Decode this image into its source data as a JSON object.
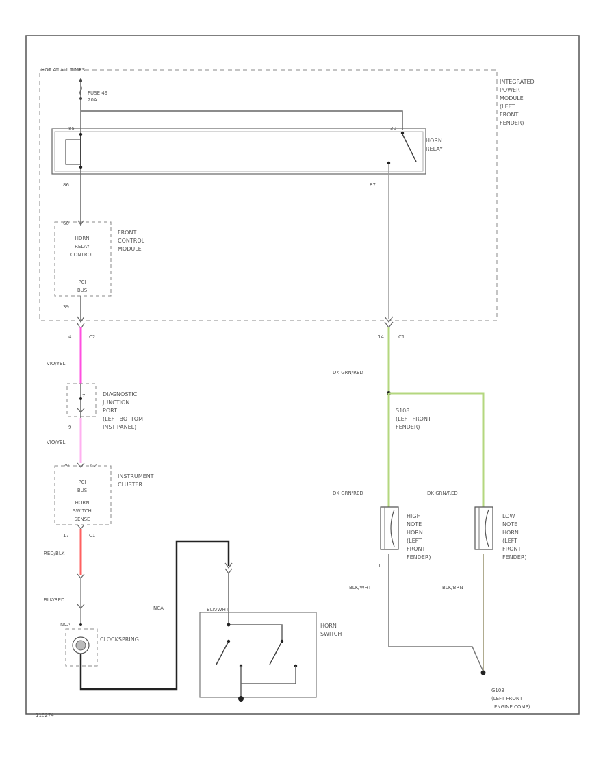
{
  "header": {
    "hot_label": "HOT AT ALL TIMES"
  },
  "ipm": {
    "label": [
      "INTEGRATED",
      "POWER",
      "MODULE",
      "(LEFT",
      "FRONT",
      "FENDER)"
    ],
    "fuse_label": [
      "FUSE 49",
      "20A"
    ],
    "relay_label": [
      "HORN",
      "RELAY"
    ],
    "pin_coil_top": "85",
    "pin_switch_top": "30",
    "pin_coil_bottom": "86",
    "pin_switch_bottom": "87"
  },
  "fcm": {
    "inner_label": [
      "HORN",
      "RELAY",
      "CONTROL"
    ],
    "bus_label": [
      "PCI",
      "BUS"
    ],
    "side_label": [
      "FRONT",
      "CONTROL",
      "MODULE"
    ],
    "pin_top": "60",
    "pin_bottom": "39"
  },
  "connectors": {
    "c2_pin": "4",
    "c2": "C2",
    "c1_pin": "14",
    "c1": "C1",
    "ic_pin_left": "29",
    "ic_pin_right": "C2",
    "ic_bottom_pin": "17",
    "ic_bottom": "C1",
    "djp_pin": "9",
    "djp_pin_top": "7"
  },
  "wires": {
    "vio_yel": "VIO/YEL",
    "red_blk": "RED/BLK",
    "blk_red": "BLK/RED",
    "dk_grn_red_trunk": "DK GRN/RED",
    "dk_grn_red_high": "DK GRN/RED",
    "dk_grn_red_low": "DK GRN/RED",
    "blk_wht": "BLK/WHT",
    "blk_brn": "BLK/BRN",
    "nca": "NCA",
    "blk_wht_switch": "BLK/WHT"
  },
  "components": {
    "djp": [
      "DIAGNOSTIC",
      "JUNCTION",
      "PORT",
      "(LEFT BOTTOM",
      "INST PANEL)"
    ],
    "instrument_cluster": [
      "INSTRUMENT",
      "CLUSTER"
    ],
    "ic_inner": [
      "PCI",
      "BUS",
      "HORN",
      "SWITCH",
      "SENSE"
    ],
    "clockspring": "CLOCKSPRING",
    "nca_label": "NCA",
    "horn_switch": [
      "HORN",
      "SWITCH"
    ],
    "s108": [
      "S108",
      "(LEFT FRONT",
      "FENDER)"
    ],
    "high_horn": [
      "HIGH",
      "NOTE",
      "HORN",
      "(LEFT",
      "FRONT",
      "FENDER)"
    ],
    "low_horn": [
      "LOW",
      "NOTE",
      "HORN",
      "(LEFT",
      "FRONT",
      "FENDER)"
    ],
    "horn_pin_high": "1",
    "horn_pin_low": "1",
    "g103": [
      "G103",
      "(LEFT FRONT",
      "ENGINE COMP)"
    ]
  },
  "footer": {
    "code": "118274"
  },
  "colors": {
    "frame": "#555555",
    "dashed": "#888888",
    "wire": "#666666",
    "pink": "#ff4fe0",
    "light_pink": "#ffb0f0",
    "red": "#ff6060",
    "green": "#b4d77f",
    "black": "#222222"
  }
}
